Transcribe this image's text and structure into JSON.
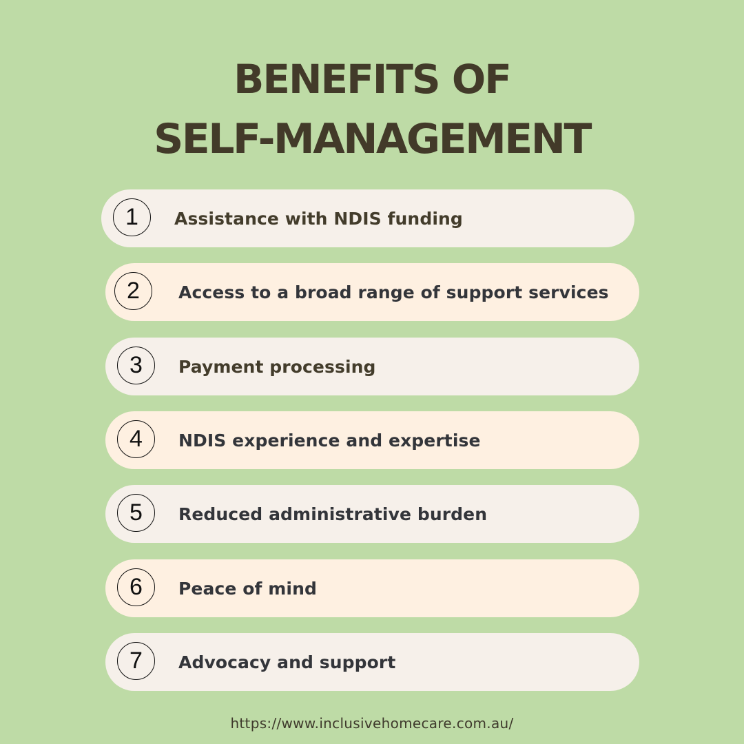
{
  "header": {
    "title_line1": "BENEFITS OF",
    "title_line2": "SELF-MANAGEMENT"
  },
  "benefits": [
    {
      "number": "1",
      "label": "Assistance with NDIS funding"
    },
    {
      "number": "2",
      "label": "Access to a broad range of support services"
    },
    {
      "number": "3",
      "label": "Payment processing"
    },
    {
      "number": "4",
      "label": "NDIS experience and expertise"
    },
    {
      "number": "5",
      "label": "Reduced administrative burden"
    },
    {
      "number": "6",
      "label": "Peace of mind"
    },
    {
      "number": "7",
      "label": "Advocacy and support"
    }
  ],
  "footer": {
    "url": "https://www.inclusivehomecare.com.au/"
  },
  "colors": {
    "background": "#bedba6",
    "title": "#423a29",
    "pill_light": "#f6f0ea",
    "pill_cream": "#fef0e1",
    "text_brown": "#433c2b",
    "text_gray": "#33353a"
  }
}
